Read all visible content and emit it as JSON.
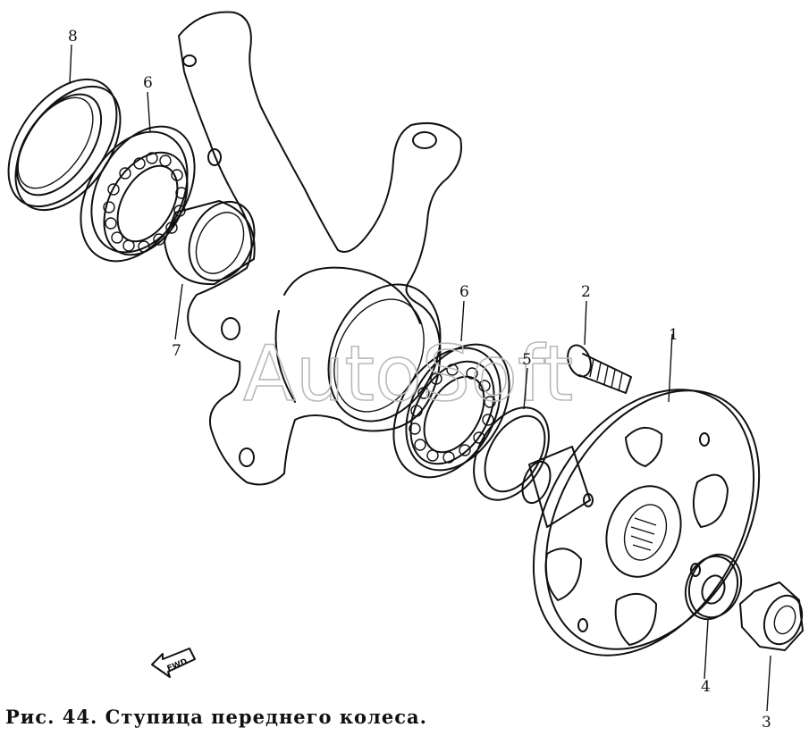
{
  "caption": "Рис. 44. Ступица переднего колеса.",
  "watermark": "AutoSoft",
  "forward_mark": "FWD",
  "callouts": {
    "p1": "1",
    "p2": "2",
    "p3": "3",
    "p4": "4",
    "p5": "5",
    "p6a": "6",
    "p6b": "6",
    "p7": "7",
    "p8": "8"
  }
}
